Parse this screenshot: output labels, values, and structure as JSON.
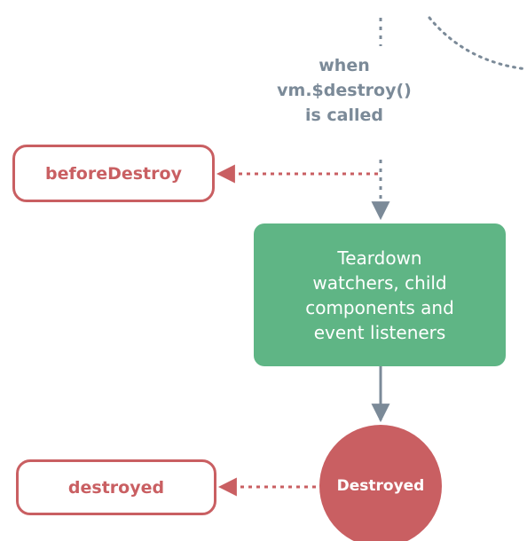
{
  "trigger": {
    "lines": [
      "when",
      "vm.$destroy()",
      "is called"
    ]
  },
  "hooks": {
    "before_destroy": "beforeDestroy",
    "destroyed": "destroyed"
  },
  "process": {
    "lines": [
      "Teardown",
      "watchers, child",
      "components and",
      "event listeners"
    ]
  },
  "state": {
    "label": "Destroyed"
  },
  "colors": {
    "hook_red": "#c95f62",
    "process_green": "#5fb585",
    "connector_gray": "#7b8a98"
  }
}
